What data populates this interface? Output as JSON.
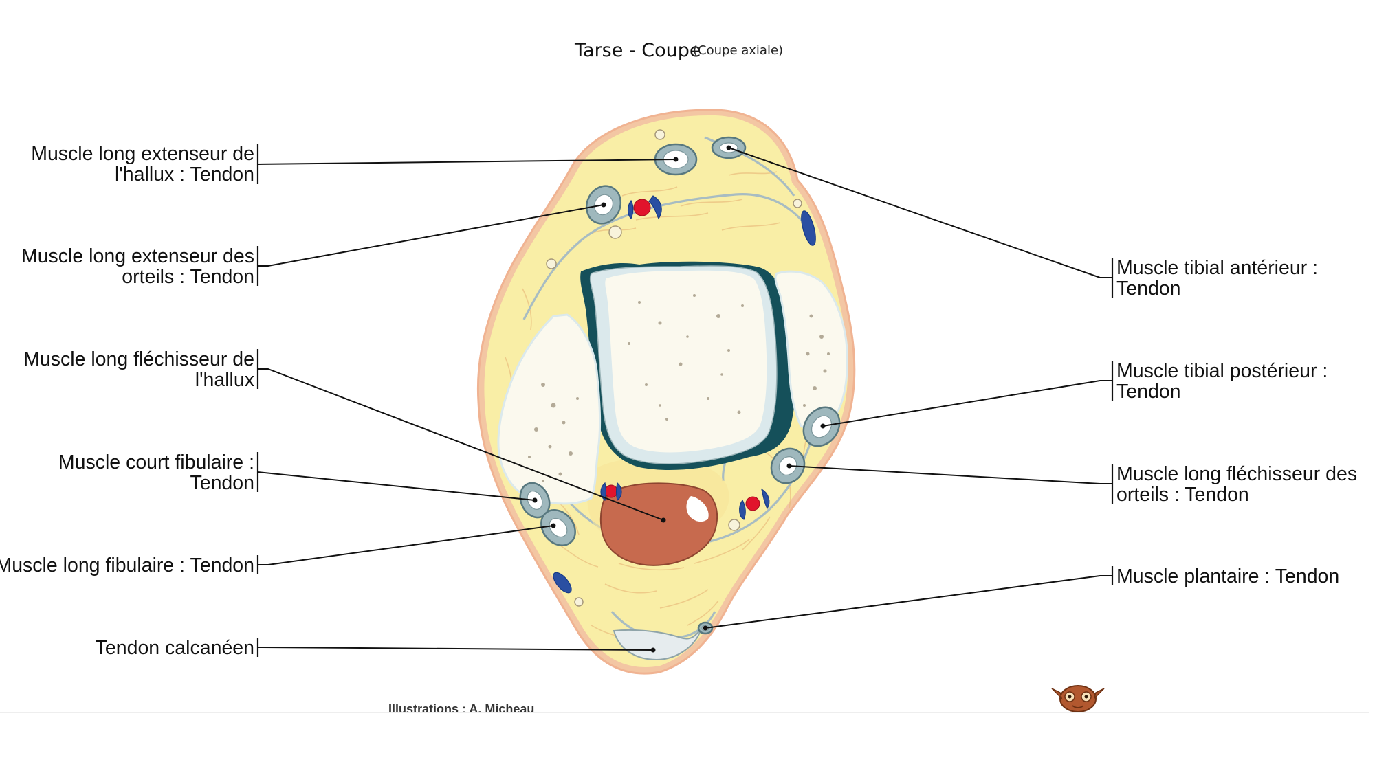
{
  "title": "Tarse - Coupe",
  "subtitle": "(Coupe axiale)",
  "credit": "Illustrations : A. Micheau",
  "labels_left": [
    {
      "id": "ext-hallux",
      "lines": [
        "Muscle long extenseur de",
        "l'hallux : Tendon"
      ]
    },
    {
      "id": "ext-orteils",
      "lines": [
        "Muscle long extenseur des",
        "orteils : Tendon"
      ]
    },
    {
      "id": "flech-hallux",
      "lines": [
        "Muscle long fléchisseur de",
        "l'hallux"
      ]
    },
    {
      "id": "court-fib",
      "lines": [
        "Muscle court fibulaire :",
        "Tendon"
      ]
    },
    {
      "id": "long-fib",
      "lines": [
        "Muscle long fibulaire : Tendon"
      ]
    },
    {
      "id": "calcaneen",
      "lines": [
        "Tendon calcanéen"
      ]
    }
  ],
  "labels_right": [
    {
      "id": "tib-ant",
      "lines": [
        "Muscle tibial antérieur :",
        "Tendon"
      ]
    },
    {
      "id": "tib-post",
      "lines": [
        "Muscle tibial postérieur :",
        "Tendon"
      ]
    },
    {
      "id": "flech-orteils",
      "lines": [
        "Muscle long fléchisseur des",
        "orteils : Tendon"
      ]
    },
    {
      "id": "plantaire",
      "lines": [
        "Muscle plantaire : Tendon"
      ]
    }
  ],
  "colors": {
    "skin": "#f3c6a3",
    "fat": "#f9eea6",
    "bone": "#fbf9ee",
    "cartilage": "#dbe9ec",
    "joint": "#15505a",
    "tendon": "#9fb8bd",
    "muscle": "#c76a4e",
    "artery": "#e1142c",
    "vein": "#2a4fa2"
  }
}
